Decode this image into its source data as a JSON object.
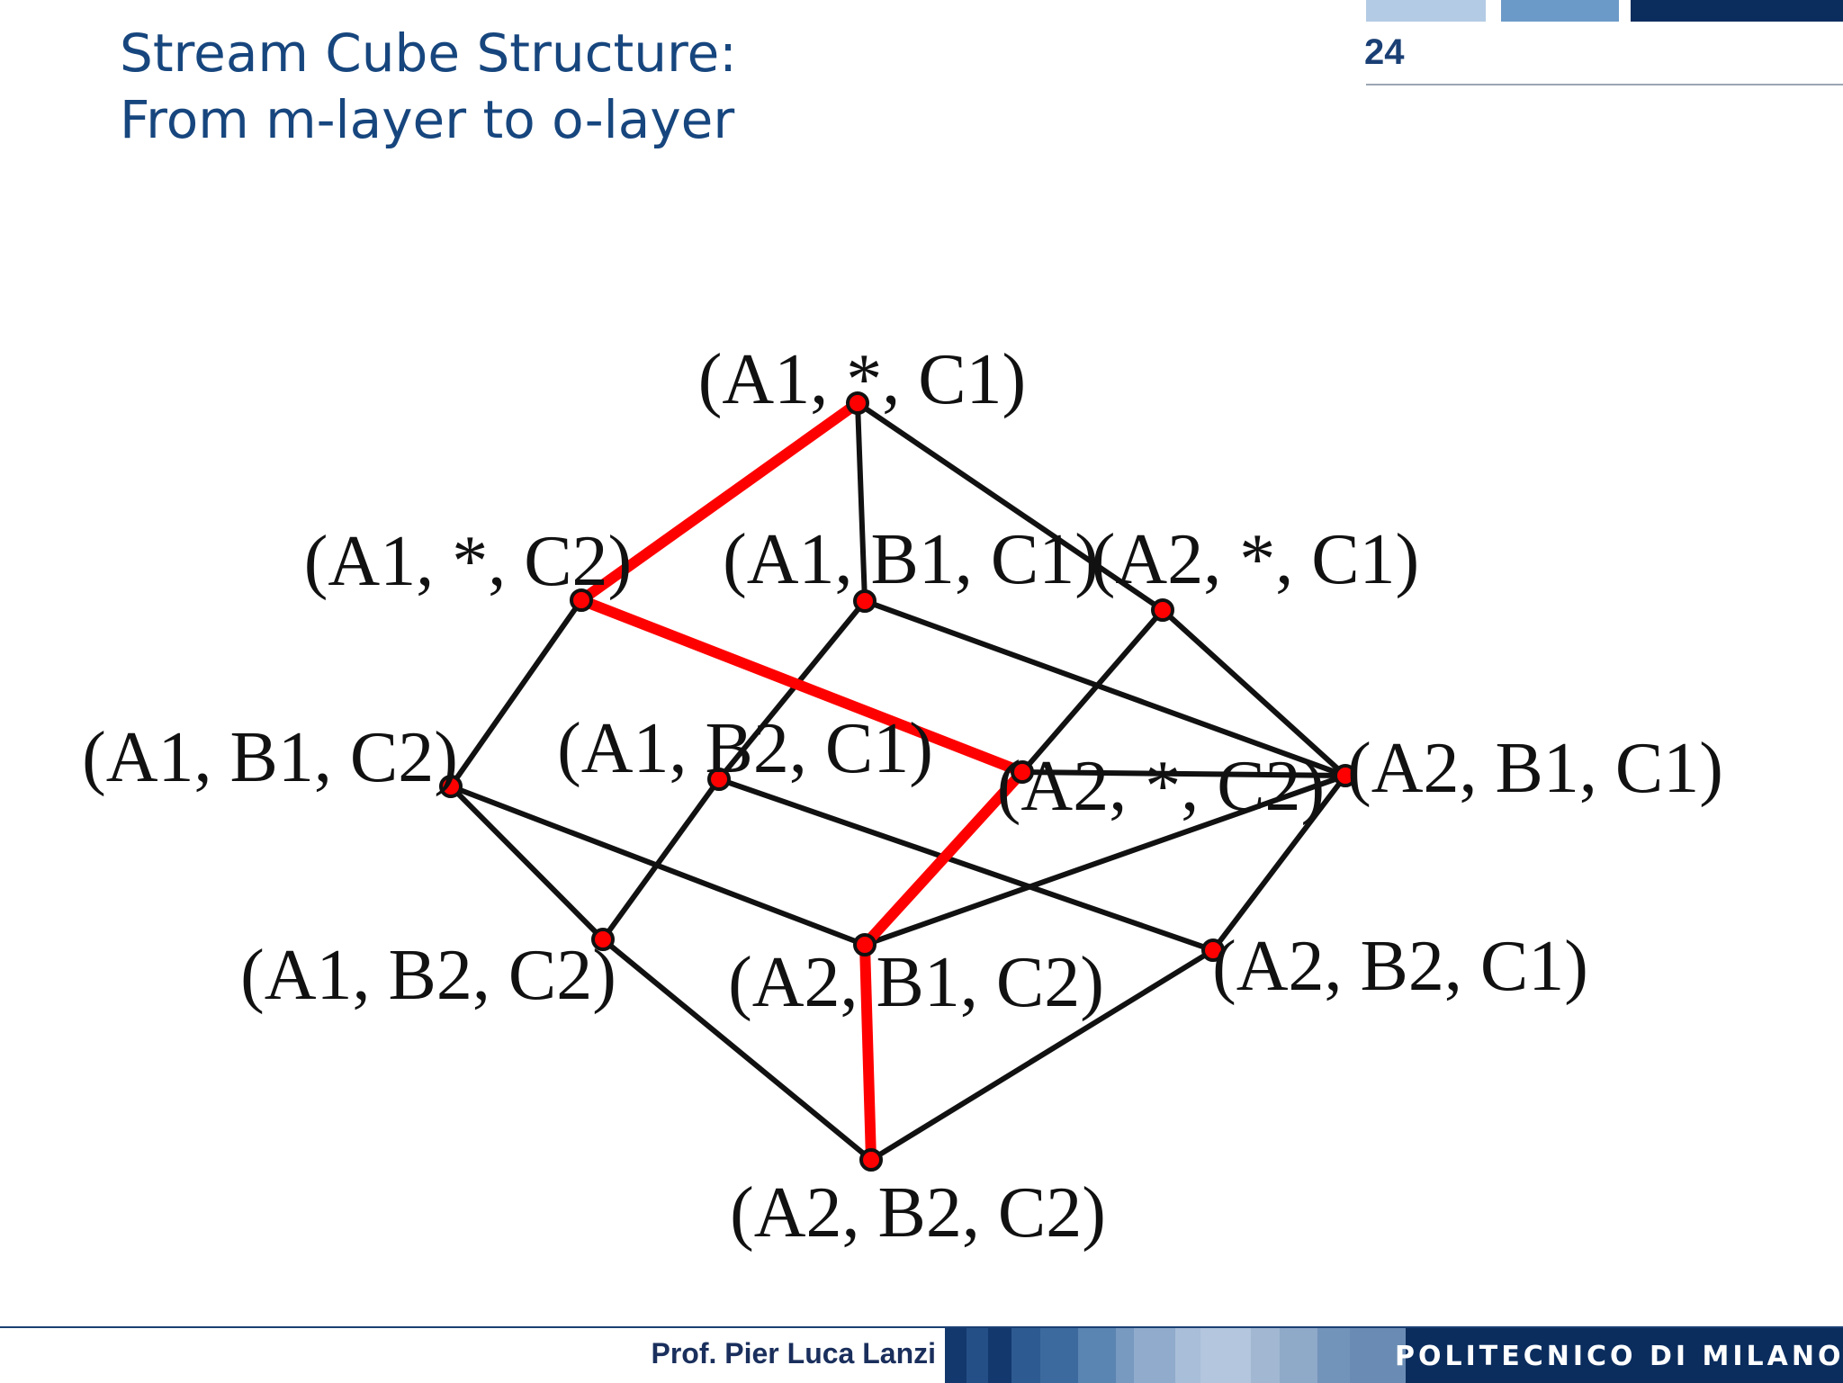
{
  "title": {
    "line1": "Stream Cube Structure:",
    "line2": "From m-layer to o-layer"
  },
  "page_number": "24",
  "footer": {
    "author": "Prof. Pier Luca Lanzi",
    "institution": "POLITECNICO DI MILANO"
  },
  "colors": {
    "title": "#17467e",
    "edge": "#111111",
    "highlight_path": "#ff0000",
    "node_fill": "#ff0000",
    "node_stroke": "#111111"
  },
  "diagram": {
    "nodes": [
      {
        "id": "a1_star_c1",
        "label": "(A1, *, C1)"
      },
      {
        "id": "a1_star_c2",
        "label": "(A1, *, C2)"
      },
      {
        "id": "a1_b1_c1",
        "label": "(A1, B1, C1)"
      },
      {
        "id": "a2_star_c1",
        "label": "(A2, *, C1)"
      },
      {
        "id": "a1_b1_c2",
        "label": "(A1, B1, C2)"
      },
      {
        "id": "a1_b2_c1",
        "label": "(A1, B2, C1)"
      },
      {
        "id": "a2_star_c2",
        "label": "(A2, *, C2)"
      },
      {
        "id": "a2_b1_c1",
        "label": "(A2, B1, C1)"
      },
      {
        "id": "a1_b2_c2",
        "label": "(A1, B2, C2)"
      },
      {
        "id": "a2_b1_c2",
        "label": "(A2, B1, C2)"
      },
      {
        "id": "a2_b2_c1",
        "label": "(A2, B2, C1)"
      },
      {
        "id": "a2_b2_c2",
        "label": "(A2, B2, C2)"
      }
    ],
    "edges": [
      [
        "a1_star_c1",
        "a1_b1_c1"
      ],
      [
        "a1_star_c1",
        "a2_star_c1"
      ],
      [
        "a1_star_c2",
        "a1_b1_c2"
      ],
      [
        "a1_b1_c1",
        "a1_b2_c1"
      ],
      [
        "a1_b1_c1",
        "a2_b1_c1"
      ],
      [
        "a2_star_c1",
        "a2_star_c2"
      ],
      [
        "a2_star_c1",
        "a2_b1_c1"
      ],
      [
        "a1_b1_c2",
        "a1_b2_c2"
      ],
      [
        "a1_b1_c2",
        "a2_b1_c2"
      ],
      [
        "a1_b2_c1",
        "a1_b2_c2"
      ],
      [
        "a1_b2_c1",
        "a2_b2_c1"
      ],
      [
        "a2_star_c2",
        "a2_b1_c1"
      ],
      [
        "a2_b1_c1",
        "a2_b1_c2"
      ],
      [
        "a2_b1_c1",
        "a2_b2_c1"
      ],
      [
        "a1_b2_c2",
        "a2_b2_c2"
      ],
      [
        "a2_b2_c1",
        "a2_b2_c2"
      ]
    ],
    "highlighted_path": [
      "a1_star_c1",
      "a1_star_c2",
      "a2_star_c2",
      "a2_b1_c2",
      "a2_b2_c2"
    ]
  }
}
